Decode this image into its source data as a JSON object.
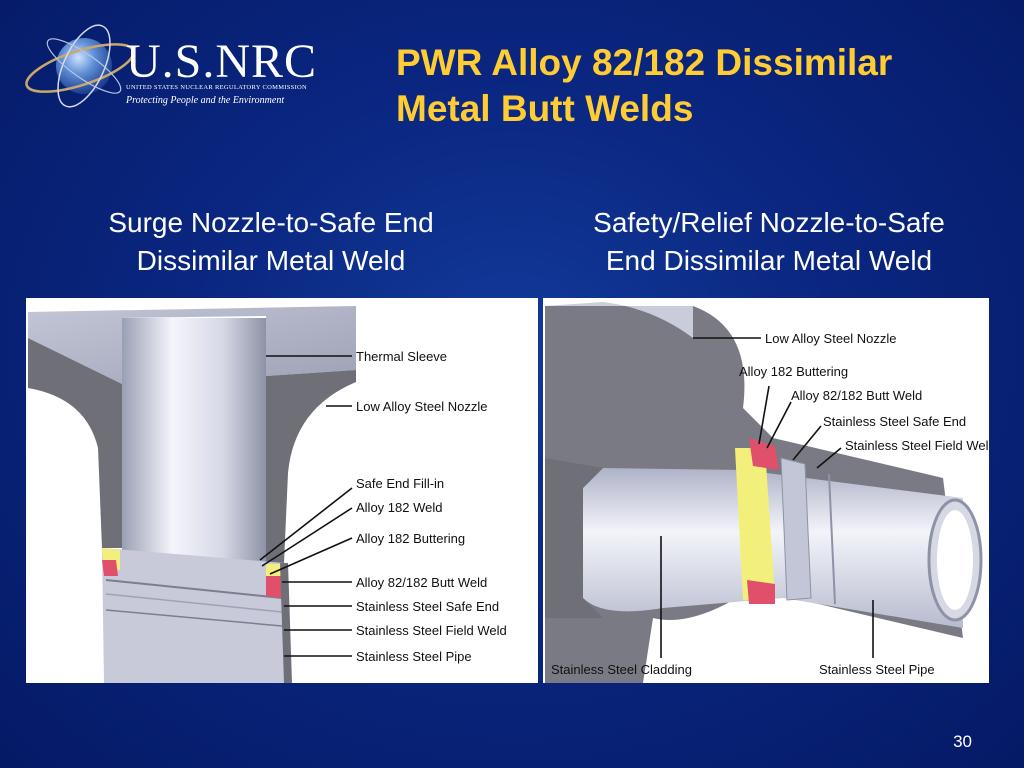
{
  "logo": {
    "name": "U.S.NRC",
    "subtitle": "UNITED STATES NUCLEAR REGULATORY COMMISSION",
    "tagline": "Protecting People and the Environment"
  },
  "title": {
    "line1": "PWR Alloy 82/182 Dissimilar",
    "line2": "Metal Butt Welds"
  },
  "left_figure": {
    "caption_line1": "Surge Nozzle-to-Safe End",
    "caption_line2": "Dissimilar Metal Weld",
    "labels": {
      "thermal_sleeve": "Thermal Sleeve",
      "low_alloy_nozzle": "Low Alloy Steel Nozzle",
      "safe_end_fill_in": "Safe End Fill-in",
      "alloy_182_weld": "Alloy 182 Weld",
      "alloy_182_buttering": "Alloy 182 Buttering",
      "butt_weld": "Alloy 82/182 Butt Weld",
      "safe_end": "Stainless Steel Safe End",
      "field_weld": "Stainless Steel Field Weld",
      "pipe": "Stainless Steel Pipe"
    }
  },
  "right_figure": {
    "caption_line1": "Safety/Relief Nozzle-to-Safe",
    "caption_line2": "End Dissimilar Metal Weld",
    "labels": {
      "low_alloy_nozzle": "Low Alloy Steel Nozzle",
      "alloy_182_buttering": "Alloy 182 Buttering",
      "butt_weld": "Alloy 82/182 Butt Weld",
      "safe_end": "Stainless Steel Safe End",
      "field_weld": "Stainless Steel Field Weld",
      "cladding": "Stainless Steel Cladding",
      "pipe": "Stainless Steel Pipe"
    }
  },
  "slide_number": "30",
  "colors": {
    "title": "#ffcc33",
    "weld_yellow": "#f2f07a",
    "buttering_red": "#e0506a",
    "steel_dark": "#6f6f78",
    "steel_light": "#d9dbe6"
  }
}
